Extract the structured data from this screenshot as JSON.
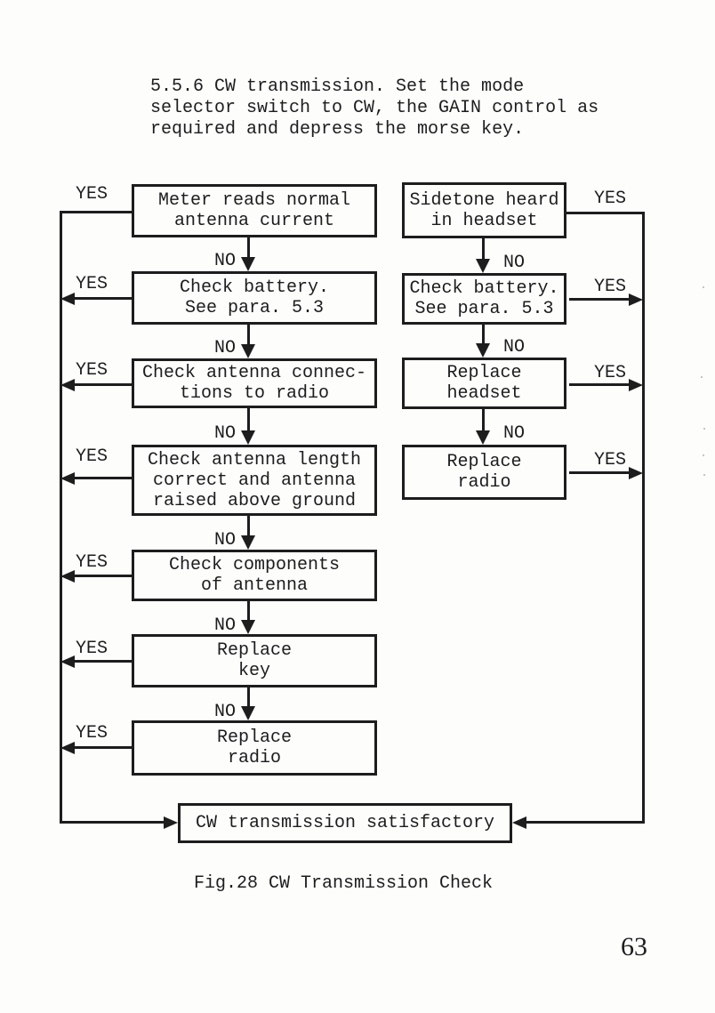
{
  "colors": {
    "ink": "#1d1d1d",
    "paper": "#fdfdfc"
  },
  "intro": "5.5.6   CW transmission.  Set the mode\nselector switch to CW, the GAIN control as\nrequired and depress the morse key.",
  "labels": {
    "yes": "YES",
    "no": "NO"
  },
  "flowchart": {
    "left_column": [
      {
        "text": "Meter reads normal\nantenna current"
      },
      {
        "text": "Check battery.\nSee para. 5.3"
      },
      {
        "text": "Check antenna connec-\ntions to radio"
      },
      {
        "text": "Check antenna length\ncorrect and antenna\nraised above ground"
      },
      {
        "text": "Check components\nof antenna"
      },
      {
        "text": "Replace\nkey"
      },
      {
        "text": "Replace\nradio"
      }
    ],
    "right_column": [
      {
        "text": "Sidetone heard\nin headset"
      },
      {
        "text": "Check battery.\nSee para. 5.3"
      },
      {
        "text": "Replace\nheadset"
      },
      {
        "text": "Replace\nradio"
      }
    ],
    "result": "CW transmission satisfactory"
  },
  "caption": "Fig.28  CW Transmission Check",
  "page_number": "63"
}
